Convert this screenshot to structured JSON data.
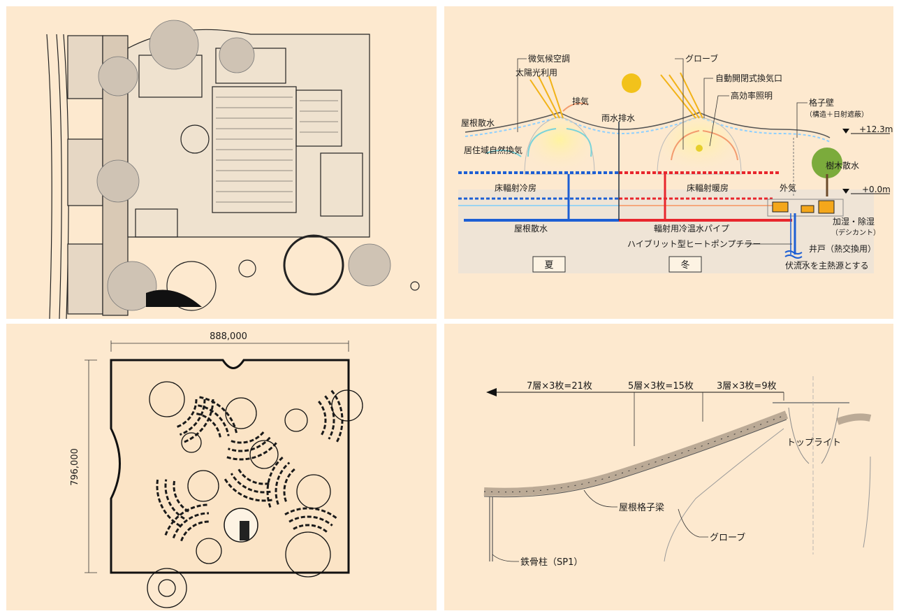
{
  "colors": {
    "panel_bg": "#fde9cf",
    "cold": "#1d5fd4",
    "warm": "#e8262d",
    "sun": "#f2c21b",
    "line": "#222222"
  },
  "section": {
    "labels": {
      "microclimate": "微気候空調",
      "solar": "太陽光利用",
      "exhaust": "排気",
      "globe": "グローブ",
      "auto_vent": "自動開閉式換気口",
      "hi_light": "高効率照明",
      "lattice_wall": "格子壁",
      "lattice_wall_note": "（構造＋日射遮蔽）",
      "roof_spray_top": "屋根散水",
      "rain_drain": "雨水排水",
      "natural_vent": "居住域自然換気",
      "level_top": "+12.3m",
      "tree_spray": "樹木散水",
      "floor_cool": "床輻射冷房",
      "floor_heat": "床輻射暖房",
      "outside_air": "外気",
      "level_ground": "+0.0m",
      "roof_spray_bottom": "屋根散水",
      "pipe": "輻射用冷温水パイプ",
      "humid": "加湿・除湿",
      "desiccant": "（デシカント）",
      "heatpump": "ハイブリット型ヒートポンプチラー",
      "well": "井戸（熱交換用）",
      "summer": "夏",
      "winter": "冬",
      "groundwater": "伏流水を主熱源とする"
    }
  },
  "plan": {
    "width": "888,000",
    "height": "796,000"
  },
  "detail": {
    "layers_7": "7層×3枚=21枚",
    "layers_5": "5層×3枚=15枚",
    "layers_3": "3層×3枚=9枚",
    "toplight": "トップライト",
    "beam": "屋根格子梁",
    "globe": "グローブ",
    "column": "鉄骨柱（SP1）"
  }
}
